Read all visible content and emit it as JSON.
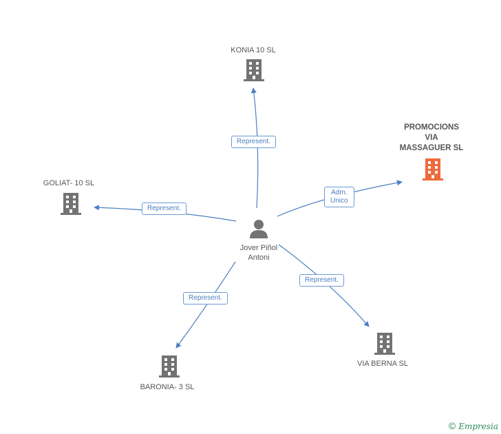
{
  "colors": {
    "edge": "#4a7fc1",
    "building": "#737373",
    "highlight": "#ef6a3a"
  },
  "center": {
    "name_line1": "Jover Piñol",
    "name_line2": "Antoni",
    "icon": "person-icon"
  },
  "nodes": {
    "konia": {
      "label": "KONIA 10  SL",
      "icon": "building-icon"
    },
    "promocions": {
      "line1": "PROMOCIONS",
      "line2": "VIA",
      "line3": "MASSAGUER SL",
      "icon": "building-icon"
    },
    "goliat": {
      "label": "GOLIAT- 10 SL",
      "icon": "building-icon"
    },
    "baronia": {
      "label": "BARONIA- 3 SL",
      "icon": "building-icon"
    },
    "viaberna": {
      "label": "VIA BERNA SL",
      "icon": "building-icon"
    }
  },
  "edges": {
    "konia": "Represent.",
    "promocions_line1": "Adm.",
    "promocions_line2": "Unico",
    "goliat": "Represent.",
    "baronia": "Represent.",
    "viaberna": "Represent."
  },
  "footer": {
    "copyright": "©",
    "brand": "Empresia"
  }
}
